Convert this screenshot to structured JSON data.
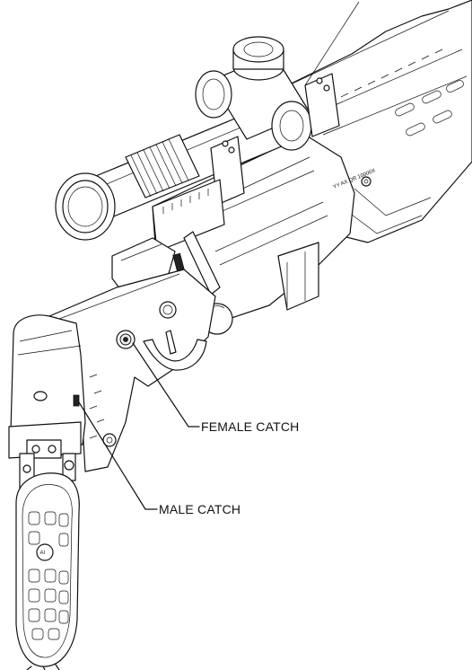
{
  "diagram": {
    "callouts": [
      {
        "id": "female-catch",
        "label": "FEMALE CATCH"
      },
      {
        "id": "male-catch",
        "label": "MALE CATCH"
      }
    ],
    "engravings": {
      "receiver_marking": "YY AX QR 10000X",
      "logo_text": "AI"
    }
  }
}
